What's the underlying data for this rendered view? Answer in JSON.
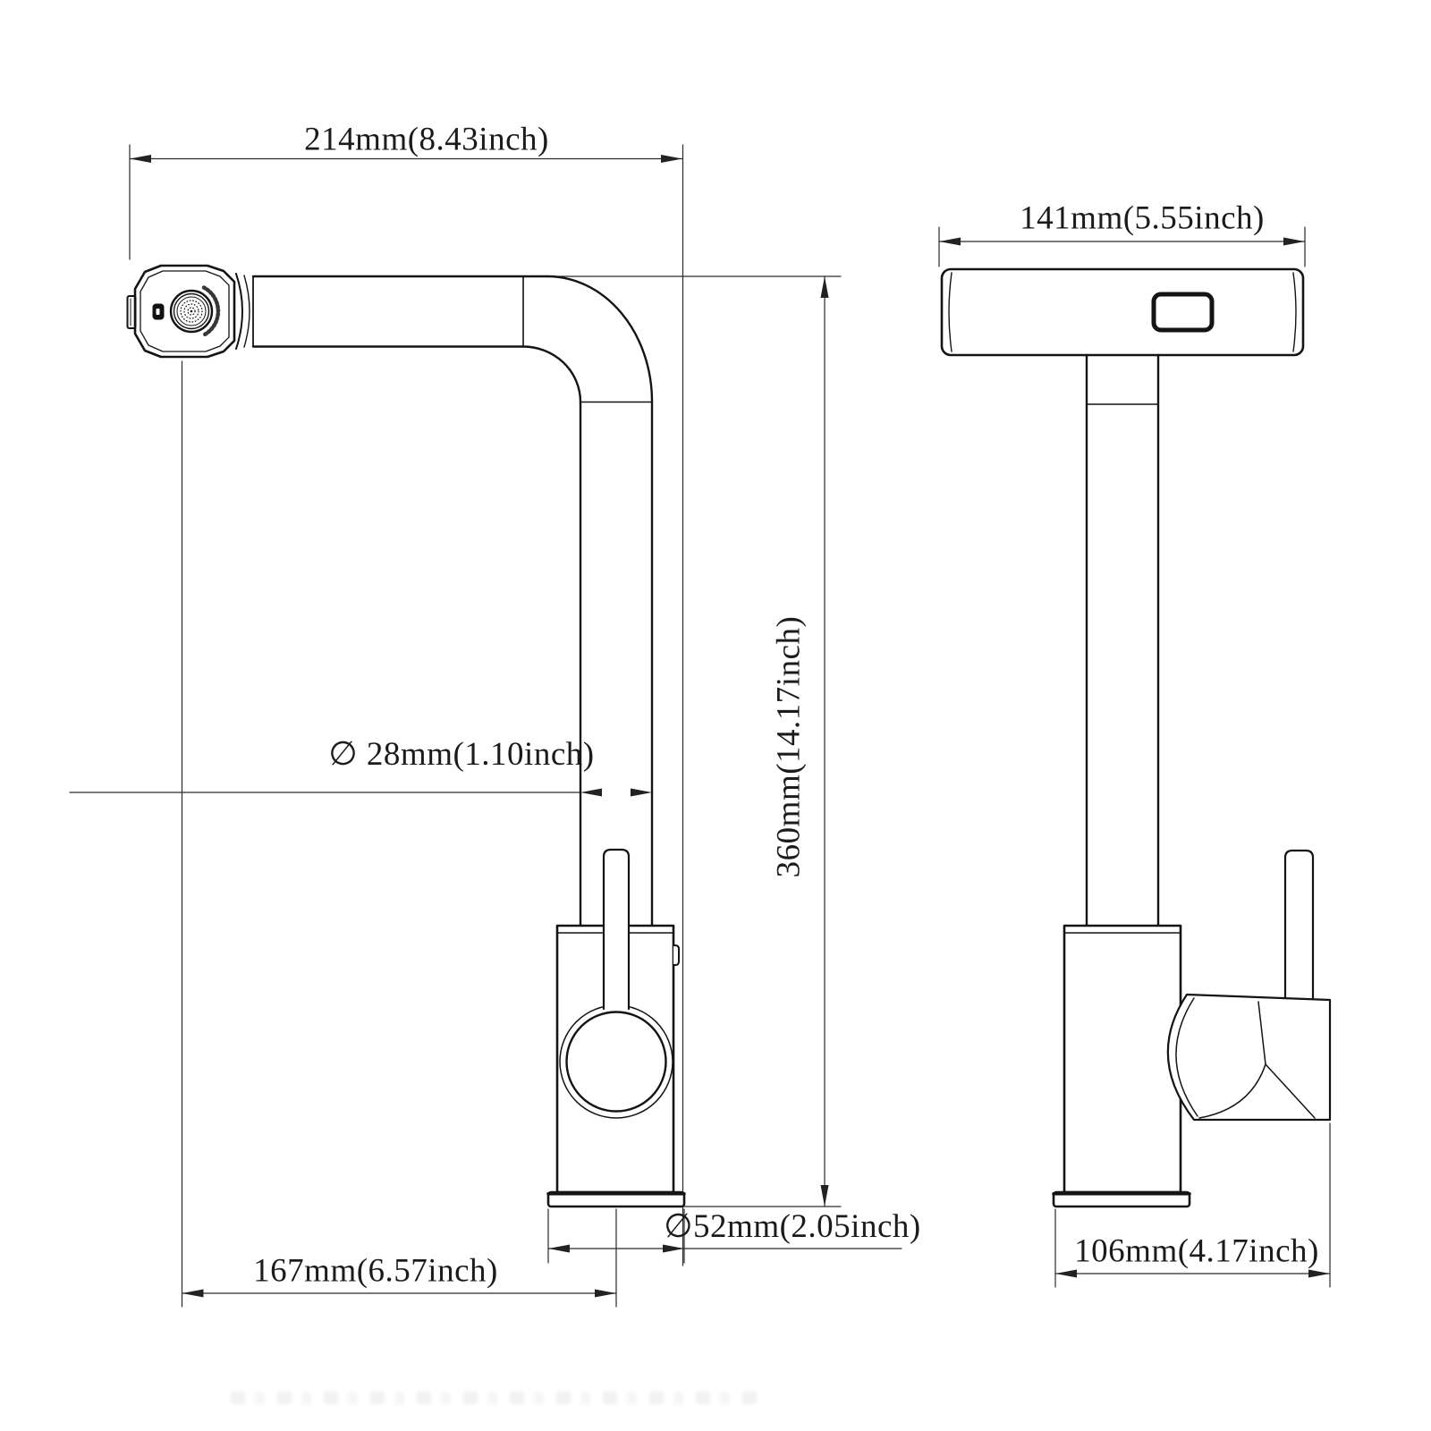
{
  "drawing": {
    "subject": "kitchen-faucet-dimension-drawing",
    "views": {
      "left": "side-view",
      "right": "front-view"
    },
    "line_color": "#141414",
    "dimension_line_color": "#2a2a2a",
    "background_color": "#ffffff"
  },
  "dimensions": {
    "spout_reach": "214mm(8.43inch)",
    "head_width": "141mm(5.55inch)",
    "pipe_diameter": "∅ 28mm(1.10inch)",
    "overall_height": "360mm(14.17inch)",
    "base_diameter": "∅52mm(2.05inch)",
    "outlet_to_center": "167mm(6.57inch)",
    "body_depth": "106mm(4.17inch)"
  }
}
